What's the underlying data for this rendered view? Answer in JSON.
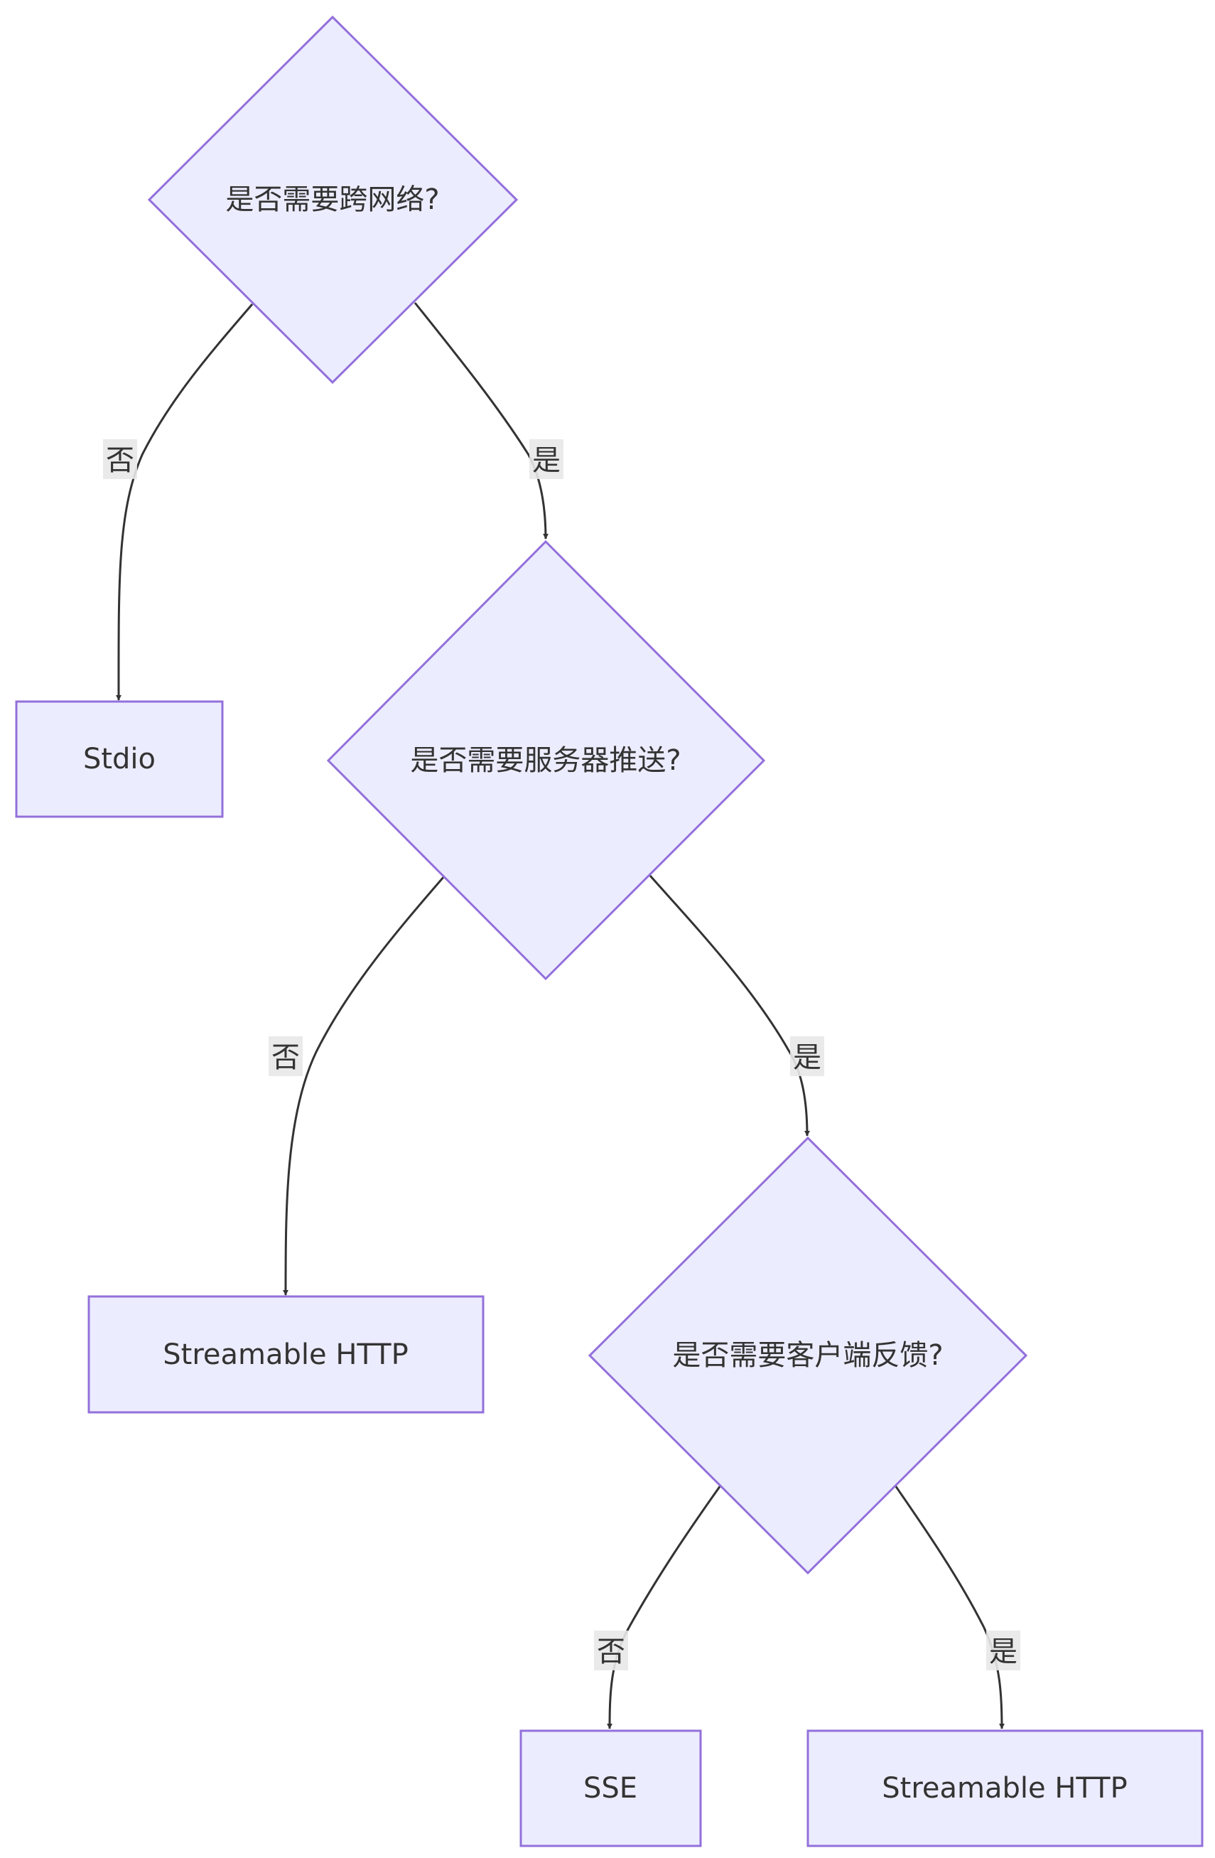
{
  "nodes": {
    "q_network": {
      "label": "是否需要跨网络?"
    },
    "stdio": {
      "label": "Stdio"
    },
    "q_push": {
      "label": "是否需要服务器推送?"
    },
    "http_1": {
      "label": "Streamable HTTP"
    },
    "q_feedback": {
      "label": "是否需要客户端反馈?"
    },
    "sse": {
      "label": "SSE"
    },
    "http_2": {
      "label": "Streamable HTTP"
    }
  },
  "edges": {
    "network_no": {
      "label": "否"
    },
    "network_yes": {
      "label": "是"
    },
    "push_no": {
      "label": "否"
    },
    "push_yes": {
      "label": "是"
    },
    "feedback_no": {
      "label": "否"
    },
    "feedback_yes": {
      "label": "是"
    }
  },
  "colors": {
    "node_fill": "#ececff",
    "node_stroke": "#9370db",
    "edge": "#333333",
    "label_bg": "#e8e8e8",
    "text": "#333333"
  }
}
